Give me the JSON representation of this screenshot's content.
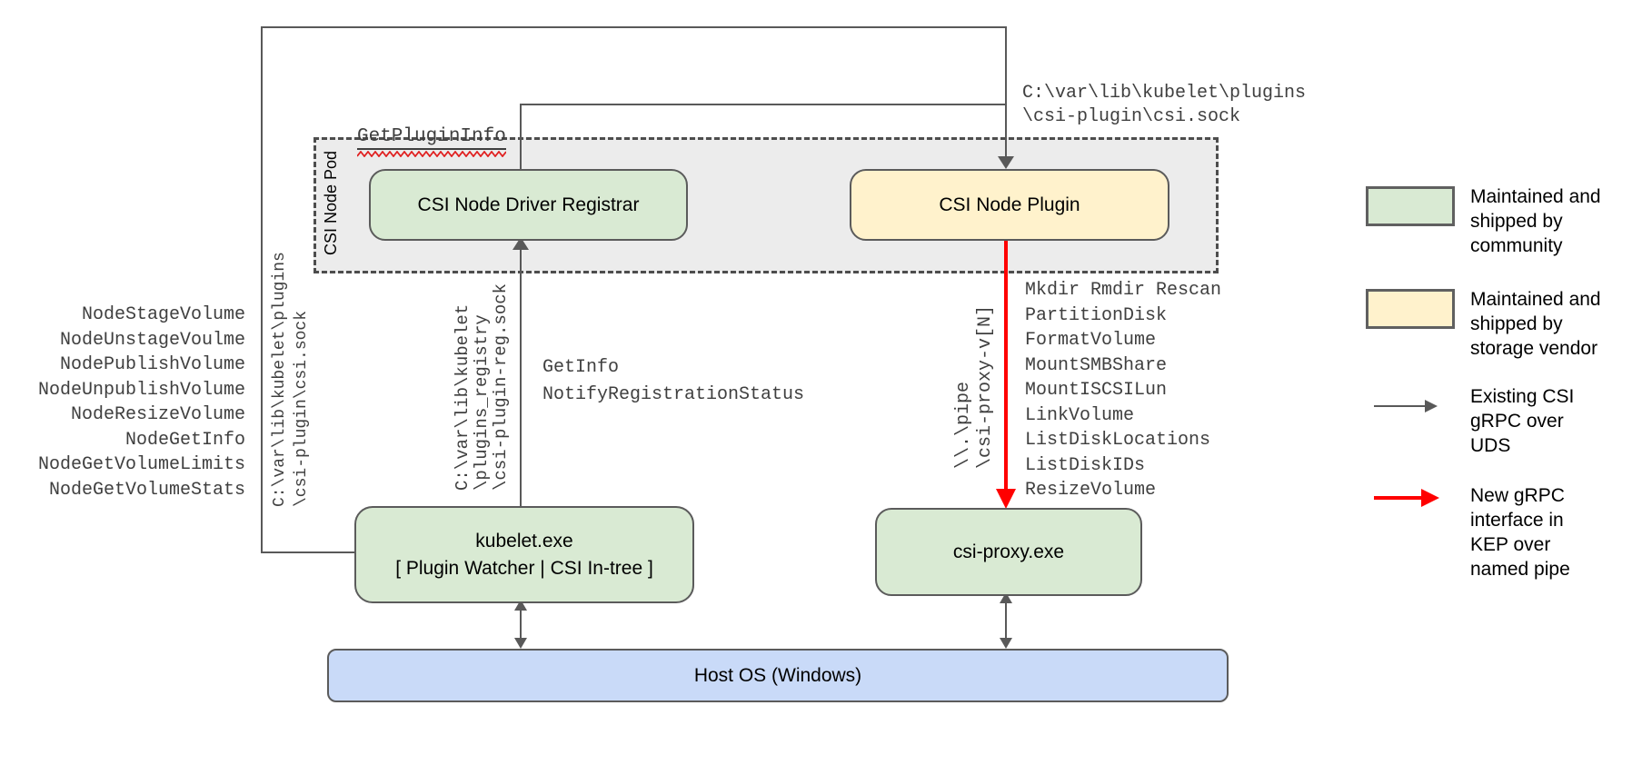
{
  "colors": {
    "community_green": "#d9ead3",
    "vendor_yellow": "#fff2cc",
    "host_blue": "#c9daf8",
    "pod_gray": "#ececec",
    "line_gray": "#595959",
    "new_grpc_red": "#ff0000"
  },
  "boxes": {
    "pod_label": "CSI Node Pod",
    "registrar": "CSI Node Driver Registrar",
    "plugin": "CSI Node Plugin",
    "kubelet": "kubelet.exe\n[ Plugin Watcher | CSI In-tree ]",
    "csi_proxy": "csi-proxy.exe",
    "host_os": "Host OS (Windows)"
  },
  "annotations": {
    "get_plugin_info": "GetPluginInfo",
    "plugin_sock_path": "C:\\var\\lib\\kubelet\\plugins\n\\csi-plugin\\csi.sock",
    "plugin_sock_path_vertical": "C:\\var\\lib\\kubelet\\plugins\n\\csi-plugin\\csi.sock",
    "registry_sock_vertical": "C:\\var\\lib\\kubelet\n\\plugins_registry\n\\csi-plugin-reg.sock",
    "named_pipe_vertical": "\\\\.\\pipe\n\\csi-proxy-v[N]",
    "registration_calls": "GetInfo\nNotifyRegistrationStatus"
  },
  "node_methods": [
    "NodeStageVolume",
    "NodeUnstageVoulme",
    "NodePublishVolume",
    "NodeUnpublishVolume",
    "NodeResizeVolume",
    "NodeGetInfo",
    "NodeGetVolumeLimits",
    "NodeGetVolumeStats"
  ],
  "proxy_methods": [
    "Mkdir Rmdir Rescan",
    "PartitionDisk",
    "FormatVolume",
    "MountSMBShare",
    "MountISCSILun",
    "LinkVolume",
    "ListDiskLocations",
    "ListDiskIDs",
    "ResizeVolume"
  ],
  "legend": {
    "items": [
      {
        "swatch": "#d9ead3",
        "label": "Maintained and\nshipped by\ncommunity"
      },
      {
        "swatch": "#fff2cc",
        "label": "Maintained and\nshipped by\nstorage vendor"
      },
      {
        "arrow": "#595959",
        "label": "Existing CSI\ngRPC over\nUDS"
      },
      {
        "arrow": "#ff0000",
        "label": "New gRPC\ninterface in\nKEP over\nnamed pipe"
      }
    ]
  }
}
